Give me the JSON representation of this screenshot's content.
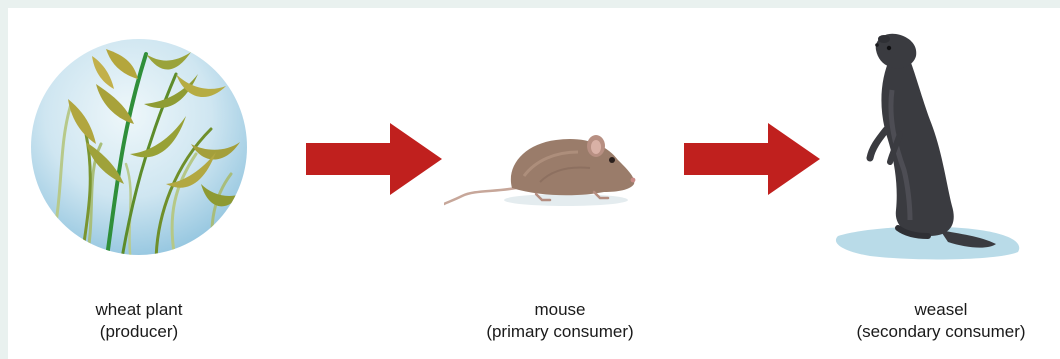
{
  "food_chain": {
    "organisms": [
      {
        "name": "wheat plant",
        "role": "(producer)",
        "icon": "wheat-plant-icon"
      },
      {
        "name": "mouse",
        "role": "(primary consumer)",
        "icon": "mouse-icon"
      },
      {
        "name": "weasel",
        "role": "(secondary consumer)",
        "icon": "weasel-icon"
      }
    ],
    "arrows": [
      {
        "from": "wheat plant",
        "to": "mouse"
      },
      {
        "from": "mouse",
        "to": "weasel"
      }
    ]
  },
  "colors": {
    "background_tint": "#e9f1ef",
    "arrow": "#c0201e",
    "sky_light": "#dbeef6",
    "sky_dark": "#8fc3de",
    "grass": "#6f8f2a",
    "mouse_fur": "#9a7c6a",
    "weasel_fur": "#3a3b40",
    "shadow": "#b9dbe8"
  }
}
